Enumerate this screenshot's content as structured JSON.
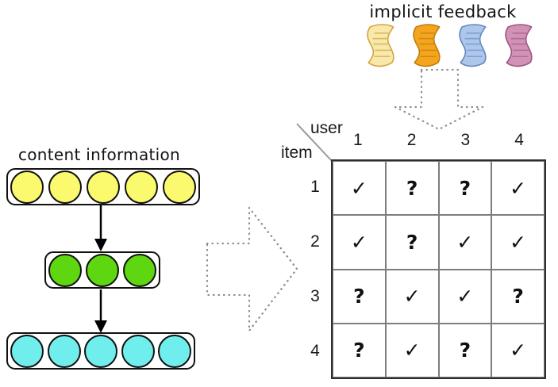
{
  "labels": {
    "implicit_feedback": "implicit feedback",
    "content_information": "content information",
    "user": "user",
    "item": "item"
  },
  "feedback_scrolls": [
    {
      "name": "yellow-scroll",
      "fill": "#F8E8A9",
      "stroke": "#D4A33C",
      "line_color": "#D9B765"
    },
    {
      "name": "orange-scroll",
      "fill": "#F5A41D",
      "stroke": "#C07B08",
      "line_color": "#CE8B10"
    },
    {
      "name": "blue-scroll",
      "fill": "#AEC6E9",
      "stroke": "#6086C0",
      "line_color": "#7FA0D2"
    },
    {
      "name": "pink-scroll",
      "fill": "#D291B6",
      "stroke": "#9B557E",
      "line_color": "#AD6C93"
    }
  ],
  "network_layers": [
    {
      "name": "content-input-layer",
      "units": 5,
      "fill": "#FBF96D"
    },
    {
      "name": "hidden-layer",
      "units": 3,
      "fill": "#5ED610"
    },
    {
      "name": "latent-output-layer",
      "units": 5,
      "fill": "#70EDED"
    }
  ],
  "matrix": {
    "col_headers": [
      "1",
      "2",
      "3",
      "4"
    ],
    "row_headers": [
      "1",
      "2",
      "3",
      "4"
    ],
    "cells": [
      [
        "✓",
        "?",
        "?",
        "✓"
      ],
      [
        "✓",
        "?",
        "✓",
        "✓"
      ],
      [
        "?",
        "✓",
        "✓",
        "?"
      ],
      [
        "?",
        "✓",
        "?",
        "✓"
      ]
    ]
  },
  "colors": {
    "dotted_arrow": "#8E8E8E",
    "solid_arrow": "#000000",
    "grid_outer_border": "#2E2E2E",
    "grid_inner_border": "#7D7D7D",
    "diagonal_line": "#999999"
  }
}
